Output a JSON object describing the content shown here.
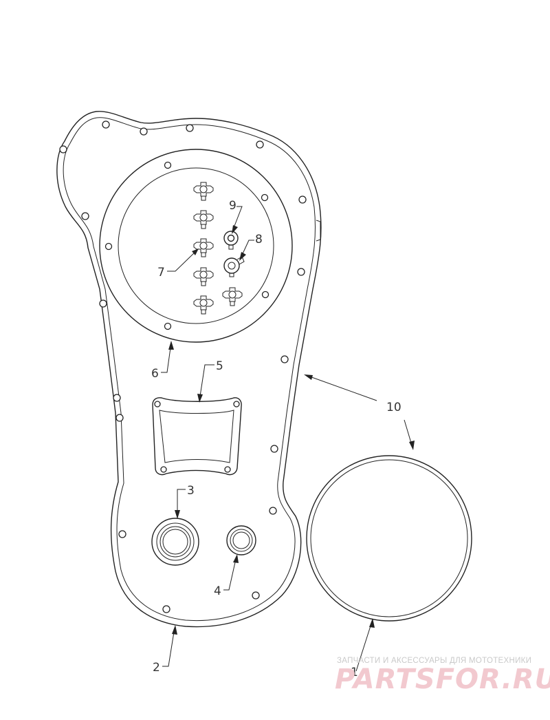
{
  "callouts": {
    "c1": "1",
    "c2": "2",
    "c3": "3",
    "c4": "4",
    "c5": "5",
    "c6": "6",
    "c7": "7",
    "c8": "8",
    "c9": "9",
    "c10": "10"
  },
  "watermark": {
    "tagline": "ЗАПЧАСТИ И АКСЕССУАРЫ ДЛЯ МОТОТЕХНИКИ",
    "brand": "PARTSFOR.RU"
  },
  "colors": {
    "line": "#222222",
    "watermark_brand": "#f2c9cf",
    "watermark_tagline": "#c9c9c9"
  }
}
